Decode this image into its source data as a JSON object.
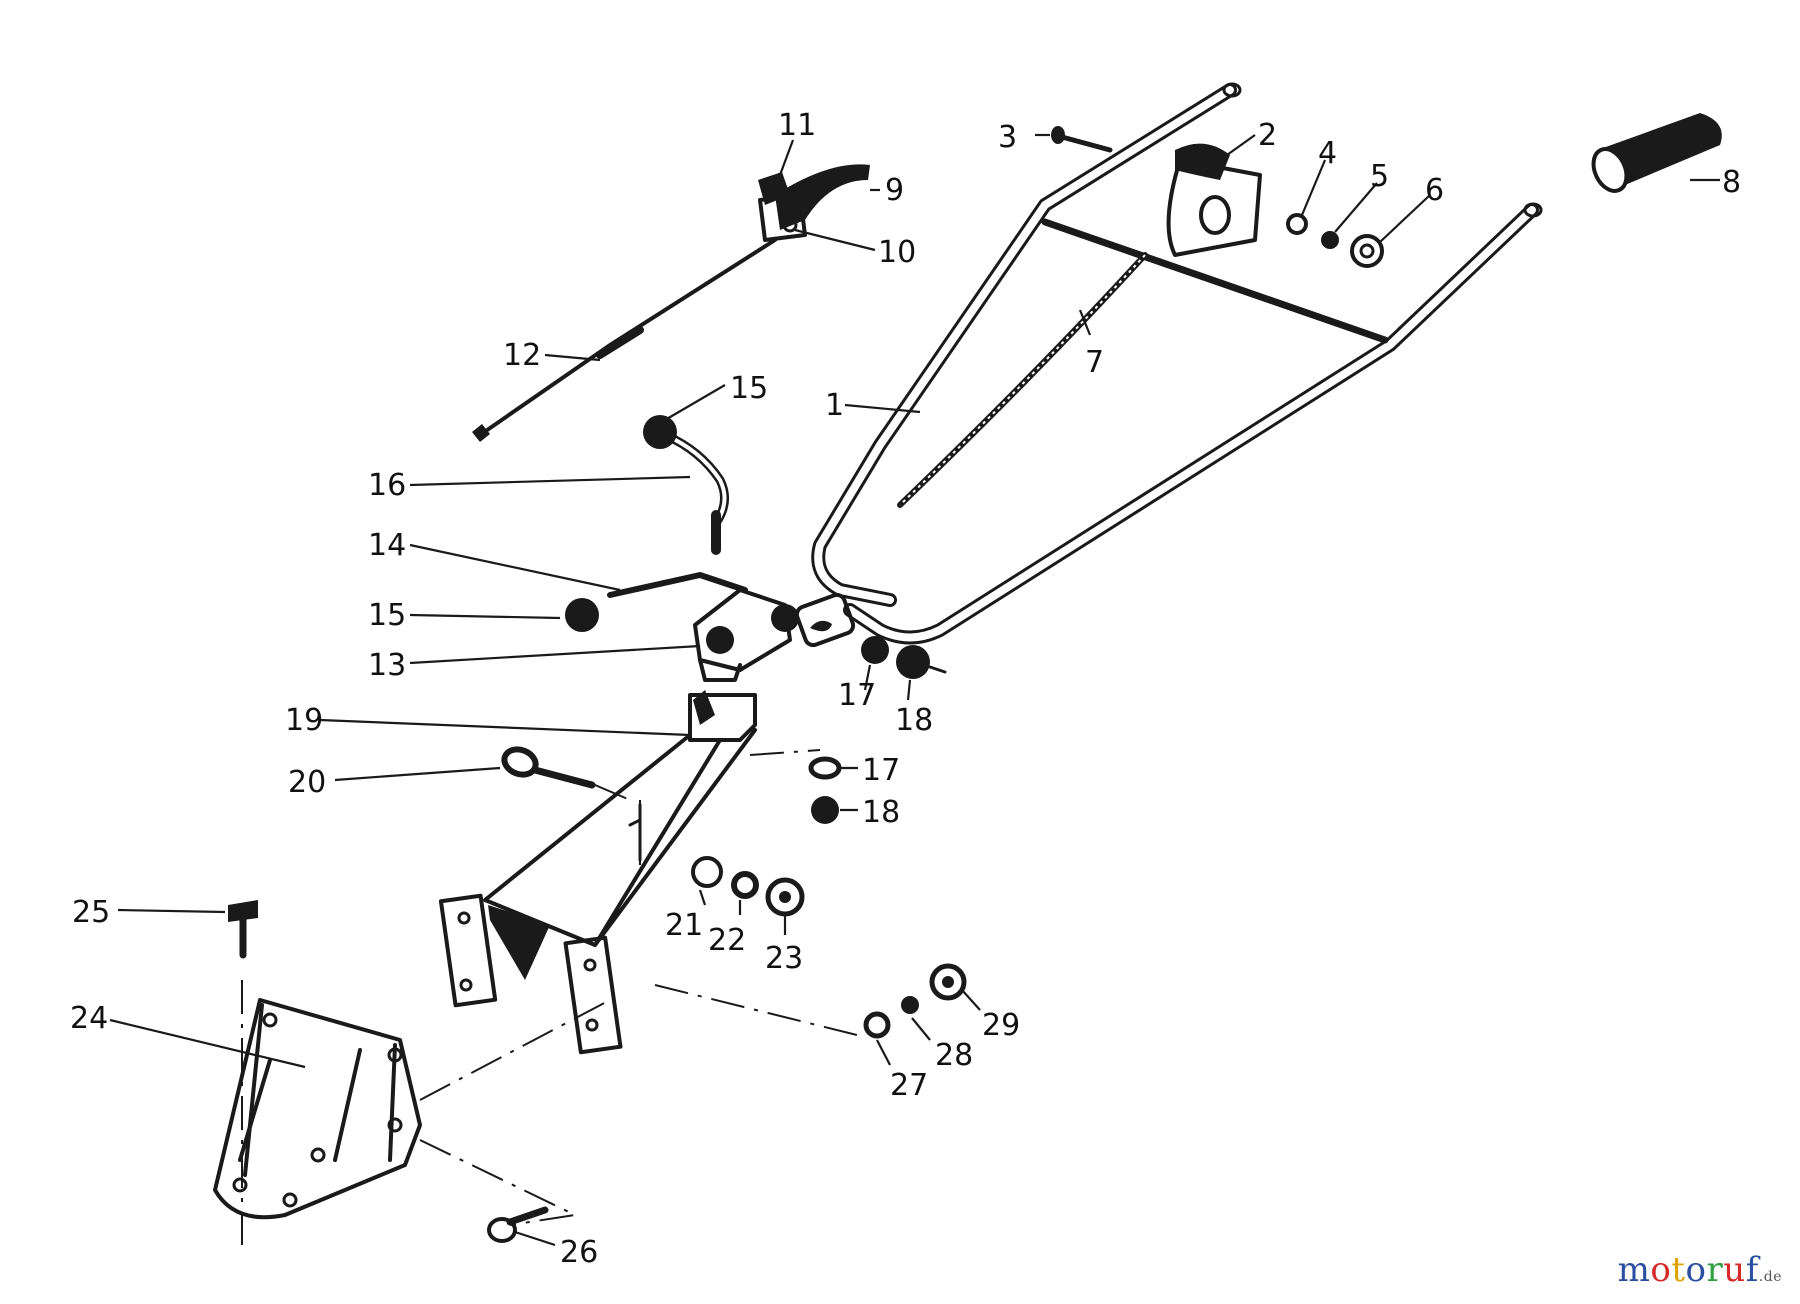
{
  "parts": [
    {
      "id": "p1",
      "label": "1"
    },
    {
      "id": "p2",
      "label": "2"
    },
    {
      "id": "p3",
      "label": "3"
    },
    {
      "id": "p4",
      "label": "4"
    },
    {
      "id": "p5",
      "label": "5"
    },
    {
      "id": "p6",
      "label": "6"
    },
    {
      "id": "p7",
      "label": "7"
    },
    {
      "id": "p8",
      "label": "8"
    },
    {
      "id": "p9",
      "label": "9"
    },
    {
      "id": "p10",
      "label": "10"
    },
    {
      "id": "p11",
      "label": "11"
    },
    {
      "id": "p12",
      "label": "12"
    },
    {
      "id": "p13",
      "label": "13"
    },
    {
      "id": "p14",
      "label": "14"
    },
    {
      "id": "p15a",
      "label": "15"
    },
    {
      "id": "p15b",
      "label": "15"
    },
    {
      "id": "p16",
      "label": "16"
    },
    {
      "id": "p17a",
      "label": "17"
    },
    {
      "id": "p17b",
      "label": "17"
    },
    {
      "id": "p18a",
      "label": "18"
    },
    {
      "id": "p18b",
      "label": "18"
    },
    {
      "id": "p19",
      "label": "19"
    },
    {
      "id": "p20",
      "label": "20"
    },
    {
      "id": "p21",
      "label": "21"
    },
    {
      "id": "p22",
      "label": "22"
    },
    {
      "id": "p23",
      "label": "23"
    },
    {
      "id": "p24",
      "label": "24"
    },
    {
      "id": "p25",
      "label": "25"
    },
    {
      "id": "p26",
      "label": "26"
    },
    {
      "id": "p27",
      "label": "27"
    },
    {
      "id": "p28",
      "label": "28"
    },
    {
      "id": "p29",
      "label": "29"
    }
  ],
  "watermark": {
    "parts": [
      {
        "text": "m",
        "color": "#2a4fa0"
      },
      {
        "text": "o",
        "color": "#d42a2a"
      },
      {
        "text": "t",
        "color": "#e0a400"
      },
      {
        "text": "o",
        "color": "#2a4fa0"
      },
      {
        "text": "r",
        "color": "#2e9e3e"
      },
      {
        "text": "u",
        "color": "#d42a2a"
      },
      {
        "text": "f",
        "color": "#2a4fa0"
      }
    ],
    "suffix": ".de"
  }
}
